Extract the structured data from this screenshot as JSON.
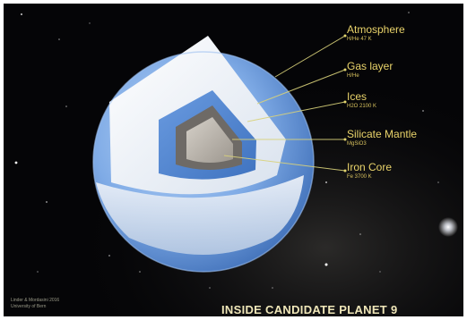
{
  "title": "INSIDE CANDIDATE PLANET 9",
  "credit": {
    "line1": "Linder & Mordasini 2016",
    "line2": "University of Bern"
  },
  "layers": [
    {
      "name": "Atmosphere",
      "detail": "H/He 47 K"
    },
    {
      "name": "Gas layer",
      "detail": "H/He"
    },
    {
      "name": "Ices",
      "detail": "H2O 2100 K"
    },
    {
      "name": "Silicate Mantle",
      "detail": "MgSiO3"
    },
    {
      "name": "Iron Core",
      "detail": "Fe 3700 K"
    }
  ],
  "colors": {
    "background": "#050507",
    "atmosphere": "#6f9fe0",
    "gas_layer": "#eef1f6",
    "ices": "#4f86d2",
    "mantle": "#6e6a66",
    "core": "#b9b4ad",
    "label": "#e9d36a",
    "leader": "#d9d27a"
  }
}
